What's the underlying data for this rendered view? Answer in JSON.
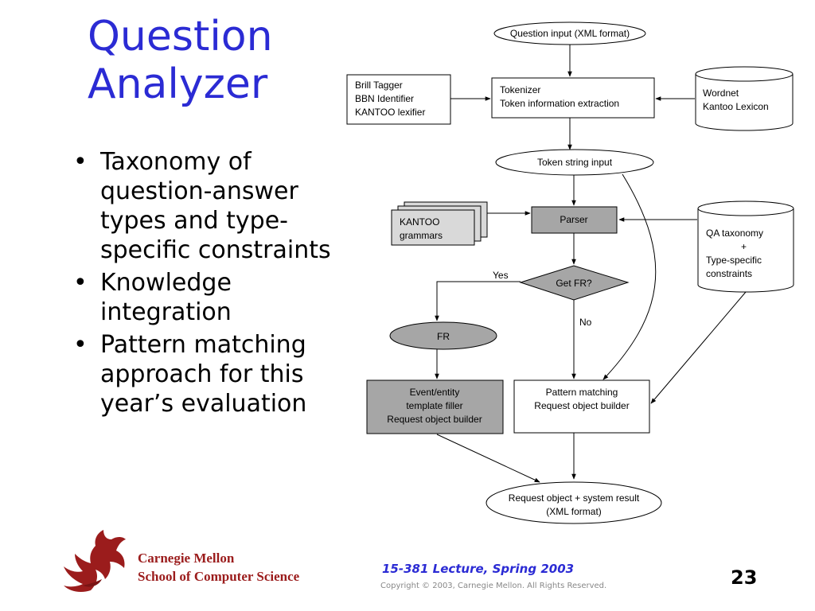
{
  "slide": {
    "title_lines": [
      "Question",
      "Analyzer"
    ],
    "bullets": [
      "Taxonomy of question-answer types and type-specific constraints",
      "Knowledge integration",
      "Pattern matching approach for this year’s evaluation"
    ]
  },
  "diagram": {
    "question_input": "Question input (XML format)",
    "tools": [
      "Brill Tagger",
      "BBN Identifier",
      "KANTOO lexifier"
    ],
    "tokenizer": [
      "Tokenizer",
      "Token information extraction"
    ],
    "lexicon": [
      "Wordnet",
      "Kantoo Lexicon"
    ],
    "token_string": "Token string input",
    "grammars": [
      "KANTOO",
      "grammars"
    ],
    "parser": "Parser",
    "taxonomy": [
      "QA taxonomy",
      "+",
      "Type-specific",
      "constraints"
    ],
    "decision": "Get FR?",
    "yes_label": "Yes",
    "no_label": "No",
    "fr": "FR",
    "event_filler": [
      "Event/entity",
      "template filler",
      "Request object builder"
    ],
    "pattern_matching": [
      "Pattern matching",
      "Request object builder"
    ],
    "result": [
      "Request object + system result",
      "(XML format)"
    ]
  },
  "footer": {
    "org_lines": [
      "Carnegie Mellon",
      "School of Computer Science"
    ],
    "lecture": "15-381 Lecture, Spring 2003",
    "copyright": "Copyright © 2003, Carnegie Mellon. All Rights Reserved.",
    "page_number": "23"
  },
  "colors": {
    "title": "#2b2bd4",
    "org": "#9b1c1c",
    "gray_fill": "#a6a6a6",
    "page_fill": "#d9d9d9"
  },
  "icons": [
    "griffin-logo-icon"
  ]
}
